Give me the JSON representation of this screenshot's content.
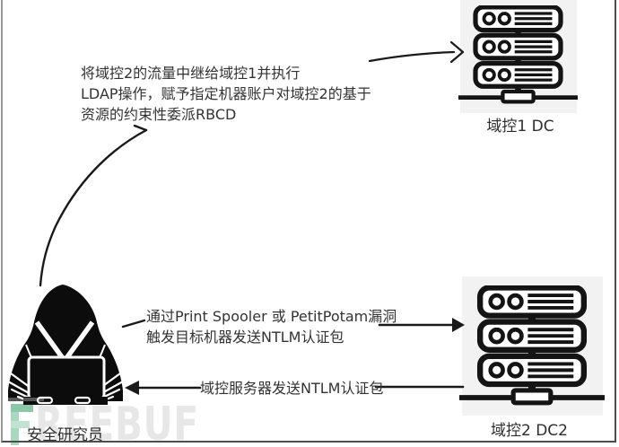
{
  "diagram": {
    "type": "attack-flow",
    "nodes": {
      "attacker": {
        "label": "安全研究员",
        "icon": "hooded-hacker-icon"
      },
      "dc1": {
        "label": "域控1 DC",
        "icon": "server-rack-icon"
      },
      "dc2": {
        "label": "域控2 DC2",
        "icon": "server-rack-icon"
      }
    },
    "annotations": {
      "relay": {
        "line1": "将域控2的流量中继给域控1并执行",
        "line2": "LDAP操作，赋予指定机器账户对域控2的基于",
        "line3": "资源的约束性委派RBCD"
      },
      "trigger": {
        "line1": "通过Print Spooler 或 PetitPotam漏洞",
        "line2": "触发目标机器发送NTLM认证包"
      },
      "response": {
        "text": "域控服务器发送NTLM认证包"
      }
    },
    "edges": [
      {
        "from": "attacker",
        "to": "dc1",
        "annotation": "relay",
        "style": "curved-line-then-open-arrow"
      },
      {
        "from": "attacker",
        "to": "dc2",
        "annotation": "trigger",
        "style": "solid-arrow-right"
      },
      {
        "from": "dc2",
        "to": "attacker",
        "annotation": "response",
        "style": "solid-arrow-left"
      }
    ]
  },
  "watermark": {
    "brand": "FREEBUF",
    "visible_letters": "REEBUF"
  },
  "colors": {
    "text": "#333333",
    "line": "#1a1a1a",
    "node_bg": "#f2f2f2",
    "border": "#4d4d4d",
    "watermark_letters": "#e7e7e7",
    "watermark_logo_green": "#9fd0b5"
  }
}
